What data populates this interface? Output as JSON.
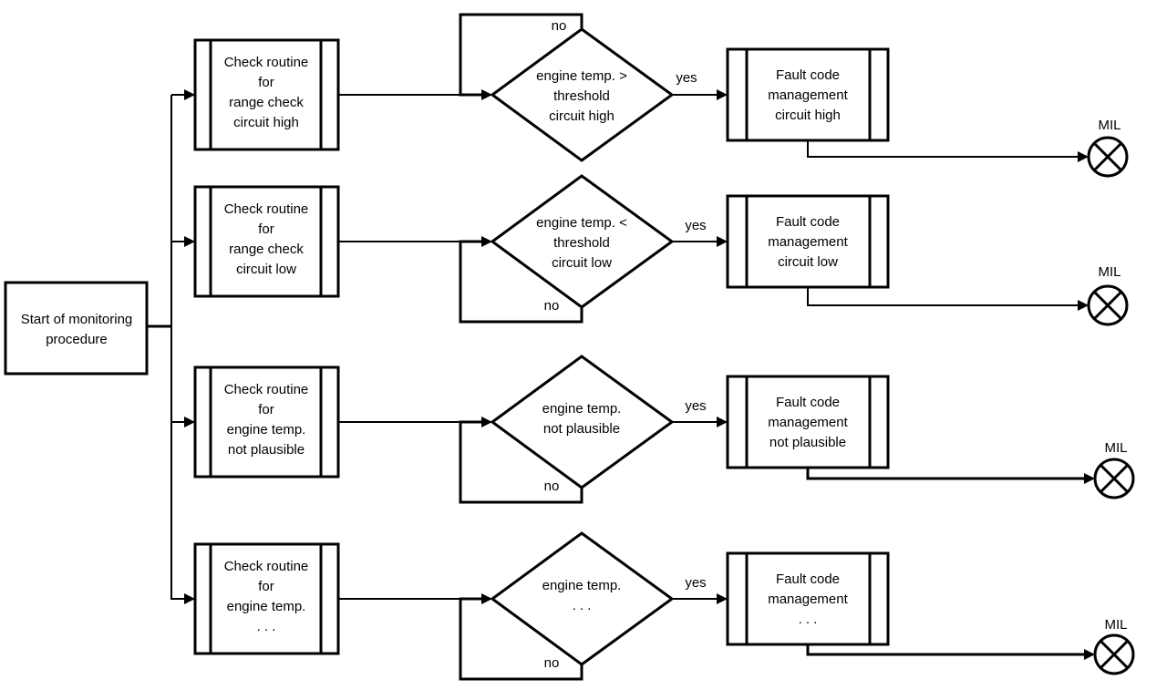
{
  "start": {
    "lines": [
      "Start of monitoring",
      "procedure"
    ]
  },
  "rows": [
    {
      "check": [
        "Check routine",
        "for",
        "range check",
        "circuit high"
      ],
      "decision": [
        "engine temp. >",
        "threshold",
        "circuit high"
      ],
      "yes": "yes",
      "no": "no",
      "fault": [
        "Fault code",
        "management",
        "circuit high"
      ],
      "mil": "MIL"
    },
    {
      "check": [
        "Check routine",
        "for",
        "range check",
        "circuit low"
      ],
      "decision": [
        "engine temp. <",
        "threshold",
        "circuit low"
      ],
      "yes": "yes",
      "no": "no",
      "fault": [
        "Fault code",
        "management",
        "circuit low"
      ],
      "mil": "MIL"
    },
    {
      "check": [
        "Check routine",
        "for",
        "engine temp.",
        "not plausible"
      ],
      "decision": [
        "engine temp.",
        "not plausible"
      ],
      "yes": "yes",
      "no": "no",
      "fault": [
        "Fault code",
        "management",
        "not plausible"
      ],
      "mil": "MIL"
    },
    {
      "check": [
        "Check routine",
        "for",
        "engine temp.",
        ". . ."
      ],
      "decision": [
        "engine temp.",
        ". . ."
      ],
      "yes": "yes",
      "no": "no",
      "fault": [
        "Fault code",
        "management",
        ". . ."
      ],
      "mil": "MIL"
    }
  ]
}
